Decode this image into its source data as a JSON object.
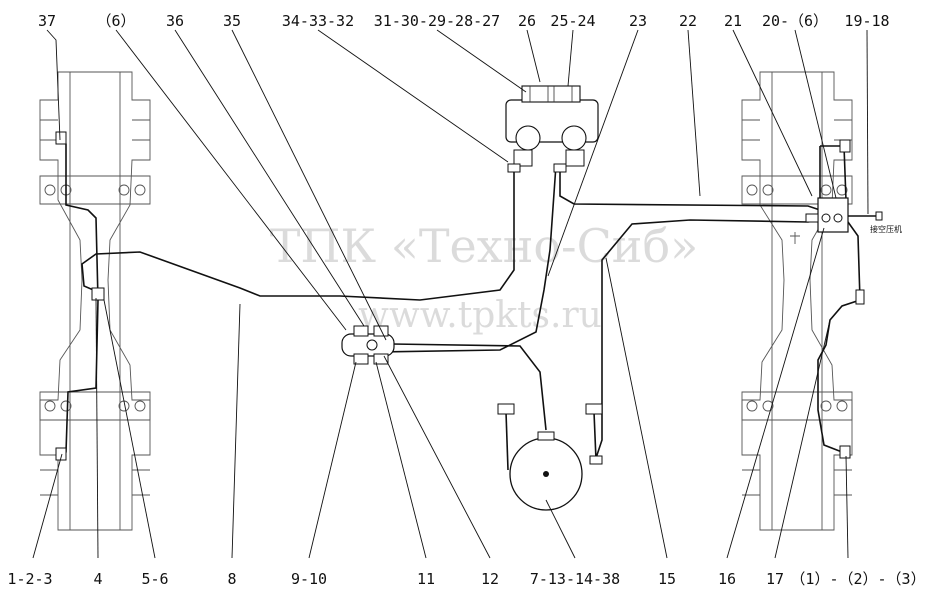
{
  "labels_top": [
    "37",
    "（6）",
    "36",
    "35",
    "34-33-32",
    "31-30-29-28-27",
    "26",
    "25-24",
    "23",
    "22",
    "21",
    "20-（6）",
    "19-18"
  ],
  "labels_bottom": [
    "1-2-3",
    "4",
    "5-6",
    "8",
    "9-10",
    "11",
    "12",
    "7-13-14-38",
    "15",
    "16",
    "17",
    "（1）-（2）-（3）"
  ],
  "compressor_note": "接空压机",
  "watermark": {
    "line1": "ТПК «Техно-Сиб»",
    "line2": "www.tpkts.ru"
  }
}
